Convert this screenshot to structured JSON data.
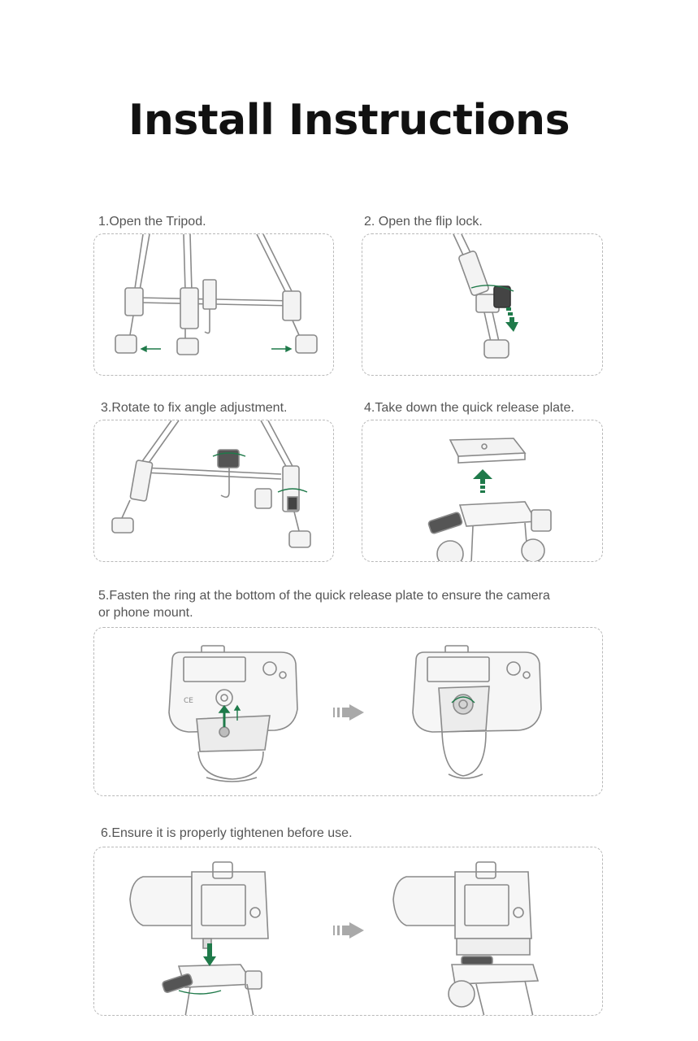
{
  "page": {
    "title": "Install Instructions"
  },
  "steps": [
    {
      "label": "1.Open the Tripod."
    },
    {
      "label": "2. Open the flip lock."
    },
    {
      "label": "3.Rotate to fix angle adjustment."
    },
    {
      "label": "4.Take down the quick release plate."
    },
    {
      "label": "5.Fasten the ring at the bottom of the quick release plate to ensure the camera or phone mount."
    },
    {
      "label": "6.Ensure it is properly tightenen before use."
    }
  ],
  "colors": {
    "accent": "#1f7a4a",
    "line": "#8a8a8a",
    "dashed_border": "#b9b9b9",
    "title": "#111111",
    "text": "#555555"
  },
  "icons": [
    "tripod-illustration",
    "flip-lock-illustration",
    "angle-knob-illustration",
    "quick-release-plate-illustration",
    "camera-mount-illustration",
    "camera-tighten-illustration",
    "arrow-right-icon"
  ]
}
